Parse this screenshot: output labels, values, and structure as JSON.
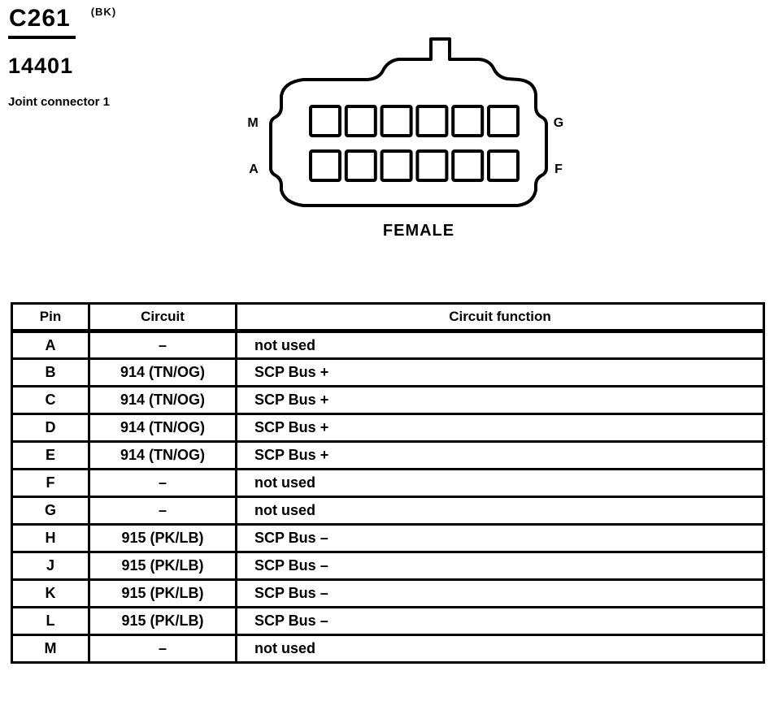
{
  "header": {
    "connector_id": "C261",
    "color_code": "(BK)",
    "part_number": "14401",
    "description": "Joint connector 1"
  },
  "connector": {
    "gender_label": "FEMALE",
    "rows": 2,
    "columns": 6,
    "corner_labels": {
      "top_left": "M",
      "top_right": "G",
      "bottom_left": "A",
      "bottom_right": "F"
    }
  },
  "pin_table": {
    "headers": [
      "Pin",
      "Circuit",
      "Circuit function"
    ],
    "rows": [
      [
        "A",
        "–",
        "not used"
      ],
      [
        "B",
        "914 (TN/OG)",
        "SCP Bus +"
      ],
      [
        "C",
        "914 (TN/OG)",
        "SCP Bus +"
      ],
      [
        "D",
        "914 (TN/OG)",
        "SCP Bus +"
      ],
      [
        "E",
        "914 (TN/OG)",
        "SCP Bus +"
      ],
      [
        "F",
        "–",
        "not used"
      ],
      [
        "G",
        "–",
        "not used"
      ],
      [
        "H",
        "915 (PK/LB)",
        "SCP Bus –"
      ],
      [
        "J",
        "915 (PK/LB)",
        "SCP Bus –"
      ],
      [
        "K",
        "915 (PK/LB)",
        "SCP Bus –"
      ],
      [
        "L",
        "915 (PK/LB)",
        "SCP Bus –"
      ],
      [
        "M",
        "–",
        "not used"
      ]
    ]
  },
  "colors": {
    "ink": "#000000",
    "paper": "#ffffff"
  }
}
